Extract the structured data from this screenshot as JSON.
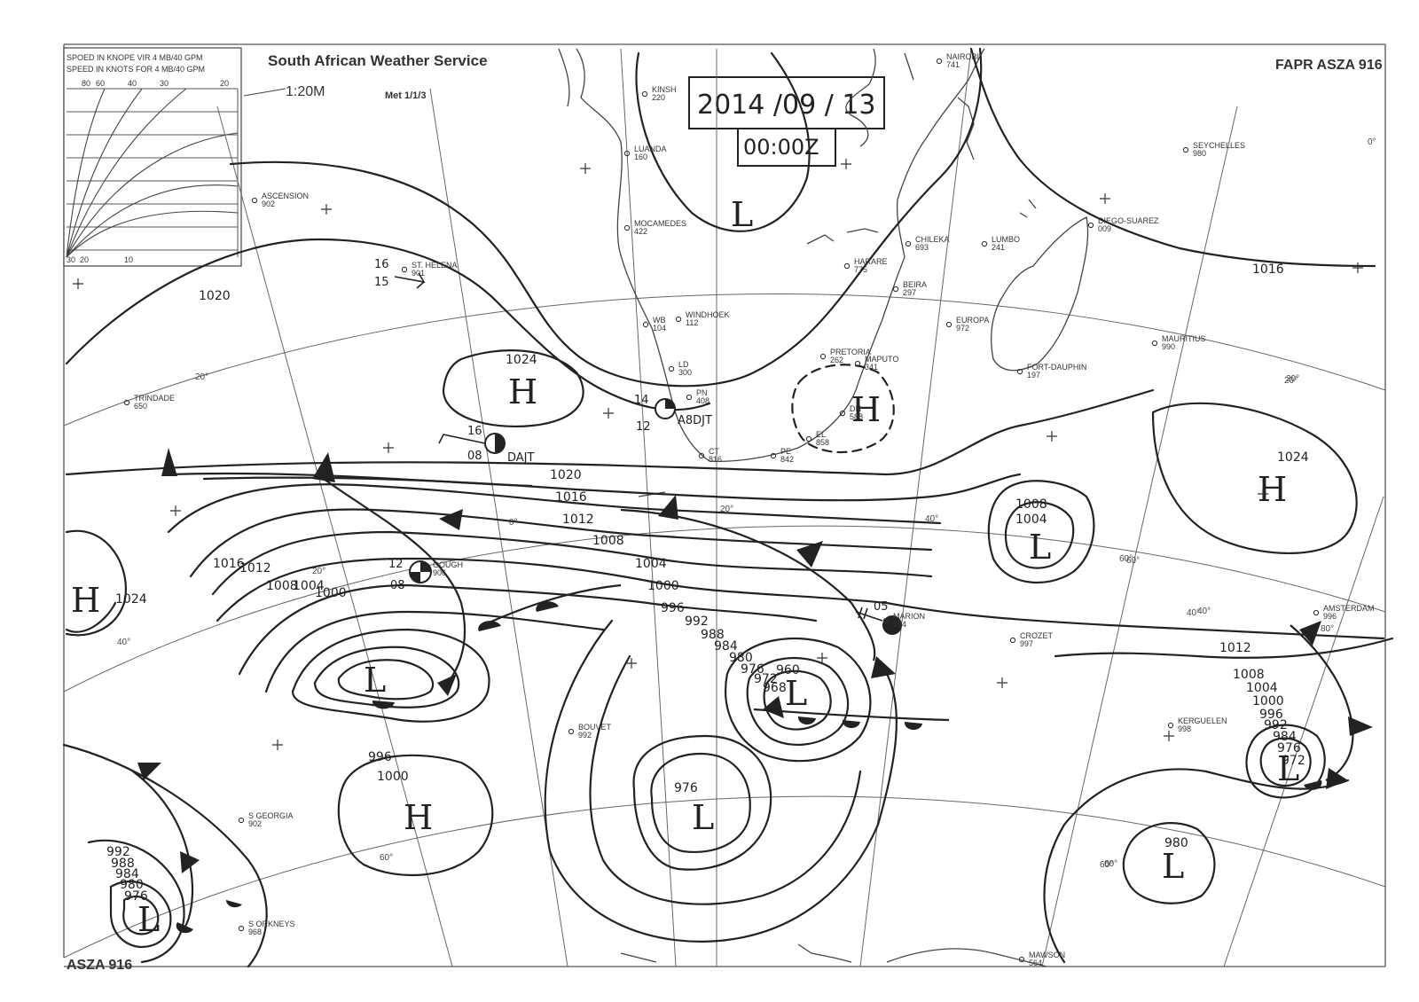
{
  "header": {
    "service": "South African Weather Service",
    "code_top": "FAPR ASZA 916",
    "code_bottom": "ASZA 916",
    "scale": "1:20M",
    "met_ref": "Met 1/1/3",
    "date": "2014 /09 / 13",
    "time": "00:00Z"
  },
  "wind_scale": {
    "line1": "SPOED IN KNOPE VIR 4 MB/40 GPM",
    "line2": "SPEED IN KNOTS FOR 4 MB/40 GPM",
    "top_ticks": [
      "80",
      "60",
      "40",
      "30",
      "20"
    ],
    "bottom_ticks": [
      "30",
      "20",
      "10"
    ]
  },
  "stations": [
    {
      "name": "NAIROBI",
      "code": "741"
    },
    {
      "name": "KINSH",
      "code": "220"
    },
    {
      "name": "LUANDA",
      "code": "160"
    },
    {
      "name": "ASCENSION",
      "code": "902"
    },
    {
      "name": "MOCAMEDES",
      "code": "422"
    },
    {
      "name": "CHILEKA",
      "code": "693"
    },
    {
      "name": "LUMBO",
      "code": "241"
    },
    {
      "name": "DIEGO-SUAREZ",
      "code": "009"
    },
    {
      "name": "SEYCHELLES",
      "code": "980"
    },
    {
      "name": "HARARE",
      "code": "775"
    },
    {
      "name": "BEIRA",
      "code": "297"
    },
    {
      "name": "ST. HELENA",
      "code": "901"
    },
    {
      "name": "WB",
      "code": "104"
    },
    {
      "name": "WINDHOEK",
      "code": "112"
    },
    {
      "name": "EUROPA",
      "code": "972"
    },
    {
      "name": "MAURITIUS",
      "code": "990"
    },
    {
      "name": "PRETORIA",
      "code": "262"
    },
    {
      "name": "MAPUTO",
      "code": "341"
    },
    {
      "name": "FORT-DAUPHIN",
      "code": "197"
    },
    {
      "name": "LD",
      "code": "300"
    },
    {
      "name": "PN",
      "code": "408"
    },
    {
      "name": "TRINDADE",
      "code": "650"
    },
    {
      "name": "DN",
      "code": "588"
    },
    {
      "name": "EL",
      "code": "858"
    },
    {
      "name": "PE",
      "code": "842"
    },
    {
      "name": "CT",
      "code": "816"
    },
    {
      "name": "GOUGH",
      "code": "906"
    },
    {
      "name": "MARION",
      "code": "994"
    },
    {
      "name": "CROZET",
      "code": "997"
    },
    {
      "name": "AMSTERDAM",
      "code": "996"
    },
    {
      "name": "KERGUELEN",
      "code": "998"
    },
    {
      "name": "BOUVET",
      "code": "992"
    },
    {
      "name": "S GEORGIA",
      "code": "902"
    },
    {
      "name": "S ORKNEYS",
      "code": "968"
    },
    {
      "name": "MAWSON",
      "code": "564"
    }
  ],
  "pressure_centres": [
    "L",
    "H",
    "L",
    "H",
    "L",
    "L",
    "H",
    "L",
    "L",
    "L",
    "L",
    "H",
    "H"
  ],
  "isobar_labels": [
    "1020",
    "1016",
    "1012",
    "1008",
    "1004",
    "1000",
    "996",
    "992",
    "988",
    "984",
    "980",
    "976",
    "972",
    "968",
    "960",
    "1024",
    "1024",
    "1008",
    "1004",
    "1016",
    "1024",
    "1020",
    "1016",
    "1012",
    "1008",
    "1004",
    "1000",
    "1012",
    "1008",
    "1004",
    "1000",
    "996",
    "992",
    "996",
    "1000",
    "976",
    "980",
    "992",
    "988",
    "984",
    "980",
    "976",
    "984",
    "976",
    "972"
  ],
  "ship_obs": [
    {
      "top": "16",
      "bottom": "15"
    },
    {
      "top": "16",
      "bottom": "08",
      "id": "DAJT"
    },
    {
      "top": "14",
      "bottom": "12",
      "id": "A8DJT"
    },
    {
      "top": "12",
      "bottom": "08"
    },
    {
      "top": "05"
    }
  ],
  "grid_labels": [
    "0°",
    "20°",
    "40°",
    "60°",
    "20°",
    "40°",
    "20°",
    "0°",
    "20°",
    "40°",
    "60°",
    "80°",
    "60°",
    "40°",
    "20°",
    "60°",
    "60°"
  ]
}
